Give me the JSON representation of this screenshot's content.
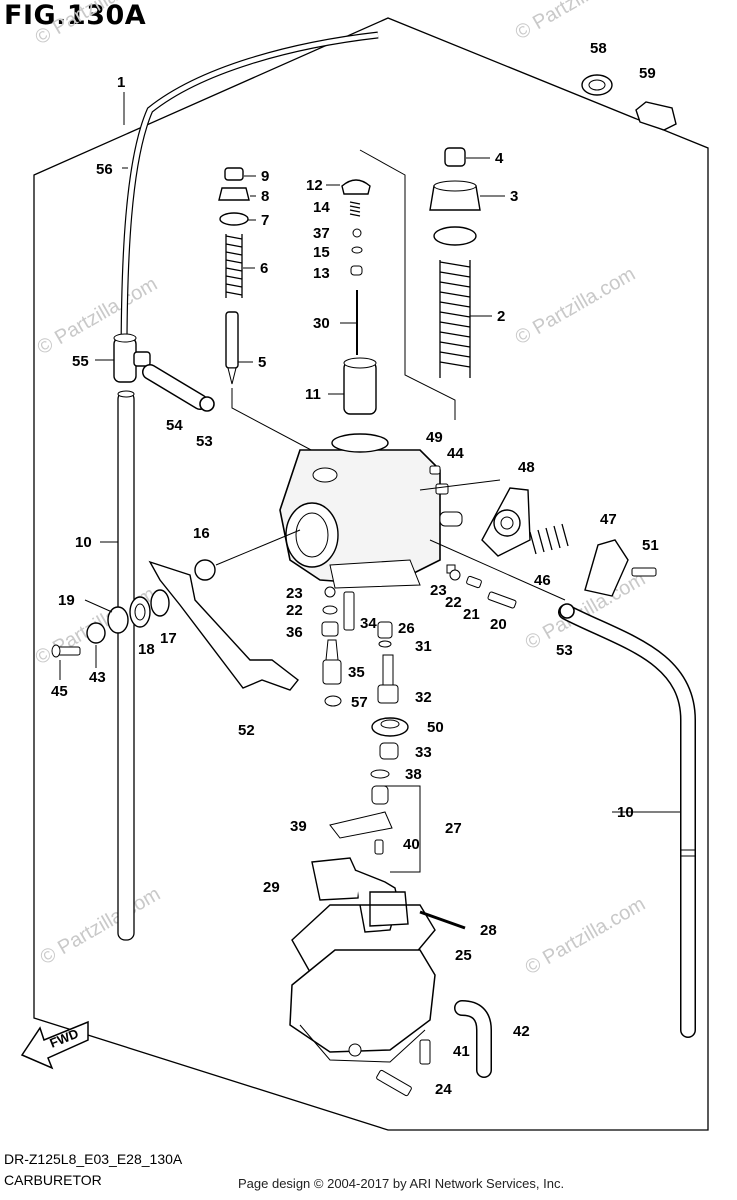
{
  "figure": {
    "title": "FIG.130A"
  },
  "footer": {
    "model_code": "DR-Z125L8_E03_E28_130A",
    "part_group": "CARBURETOR",
    "copyright": "Page design © 2004-2017 by ARI Network Services, Inc."
  },
  "watermark": {
    "text": "© Partzilla.com"
  },
  "direction_arrow": {
    "label": "FWD"
  },
  "callouts": [
    "1",
    "2",
    "3",
    "4",
    "5",
    "6",
    "7",
    "8",
    "9",
    "10",
    "11",
    "12",
    "13",
    "14",
    "15",
    "16",
    "17",
    "18",
    "19",
    "20",
    "21",
    "22",
    "23",
    "24",
    "25",
    "26",
    "27",
    "28",
    "29",
    "30",
    "31",
    "32",
    "33",
    "34",
    "35",
    "36",
    "37",
    "38",
    "39",
    "40",
    "41",
    "42",
    "43",
    "44",
    "45",
    "46",
    "47",
    "48",
    "49",
    "50",
    "51",
    "52",
    "53",
    "54",
    "55",
    "56",
    "57",
    "58",
    "59"
  ]
}
